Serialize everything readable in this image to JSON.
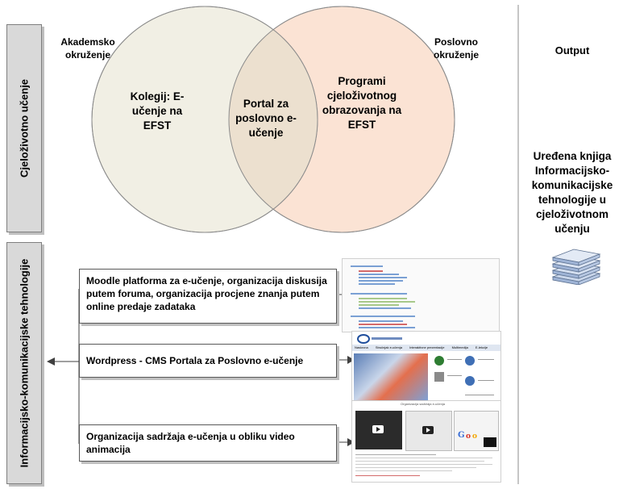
{
  "left_labels": {
    "top": "Cjeloživotno učenje",
    "bottom": "Informacijsko-komunikacijske tehnologije"
  },
  "venn": {
    "left_env": "Akademsko okruženje",
    "right_env": "Poslovno okruženje",
    "left_circle": "Kolegij: E-učenje na EFST",
    "overlap": "Portal za poslovno e-učenje",
    "right_circle": "Programi cjeloživotnog obrazovanja na EFST"
  },
  "tools": [
    {
      "text": "Moodle platforma za e-učenje, organizacija diskusija putem foruma, organizacija procjene znanja putem online predaje zadataka"
    },
    {
      "text": "Wordpress - CMS Portala za Poslovno e-učenje"
    },
    {
      "text": "Organizacija sadržaja e-učenja u obliku video animacija"
    }
  ],
  "output": {
    "heading": "Output",
    "text": "Uređena knjiga Informacijsko-komunikacijske tehnologije u cjeloživotnom učenju"
  },
  "thumb2_menu": [
    "Naslovna",
    "Stručnjak e-učenja",
    "Interaktivne prezentacije",
    "Multimedija",
    "E-lekcije"
  ],
  "thumb3_caption": "Organizacija sadržaja e-učenja",
  "icons": {
    "output_icon": "stacked-books-icon"
  },
  "colors": {
    "left_circle": "#eeecdf",
    "right_circle": "#fbe3d4",
    "overlap": "#ece0cf",
    "label_bg": "#d9d9d9"
  }
}
